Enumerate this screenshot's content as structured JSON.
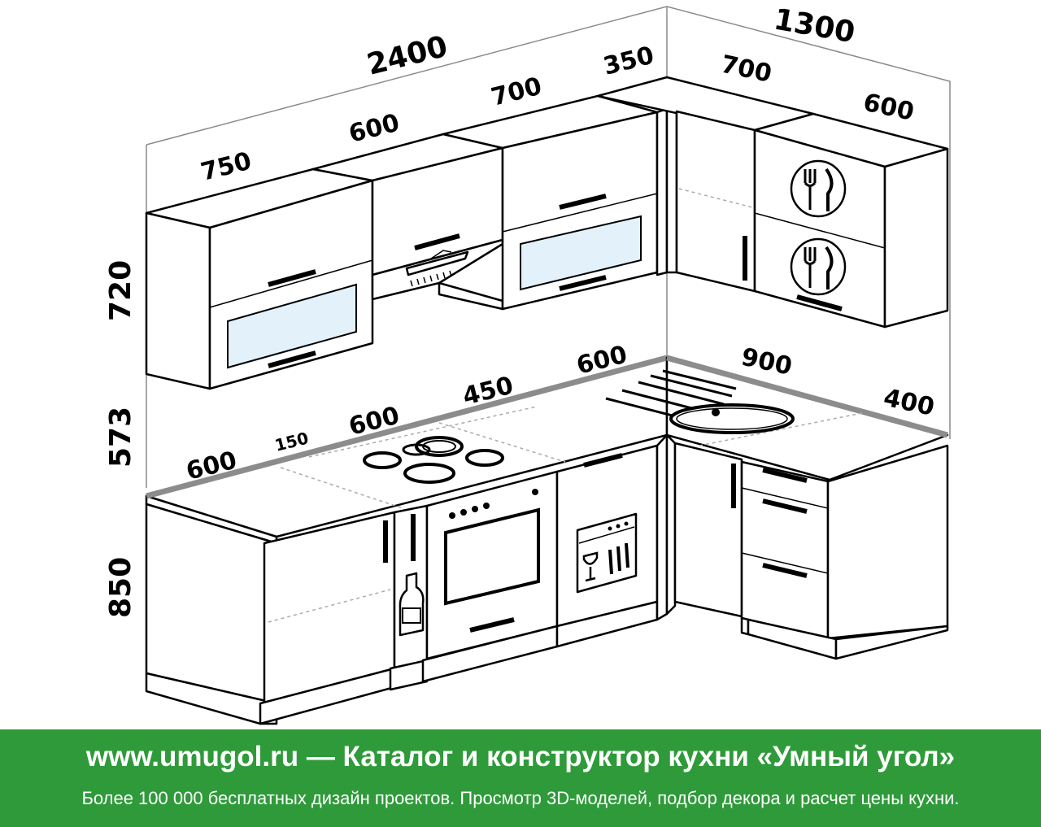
{
  "dimensions": {
    "upper_total_width": "2400",
    "upper_side_width": "1300",
    "upper_750": "750",
    "upper_600": "600",
    "upper_700": "700",
    "upper_350": "350",
    "upper_side_700": "700",
    "upper_side_600": "600",
    "height_upper": "720",
    "height_gap": "573",
    "height_lower": "850",
    "lower_600a": "600",
    "lower_150": "150",
    "lower_600b": "600",
    "lower_450": "450",
    "lower_600c": "600",
    "lower_side_900": "900",
    "lower_side_400": "400"
  },
  "icons": [
    "fork-knife-icon",
    "fork-knife-icon",
    "bottle-icon",
    "dishwasher-icon",
    "oven-icon",
    "cooktop-icon",
    "sink-icon",
    "hood-icon"
  ],
  "banner": {
    "title": "www.umugol.ru — Каталог и конструктор кухни «Умный угол»",
    "subtitle": "Более 100 000 бесплатных дизайн проектов. Просмотр 3D-моделей, подбор декора и расчет цены кухни.",
    "background_color": "#2f9a3a"
  }
}
